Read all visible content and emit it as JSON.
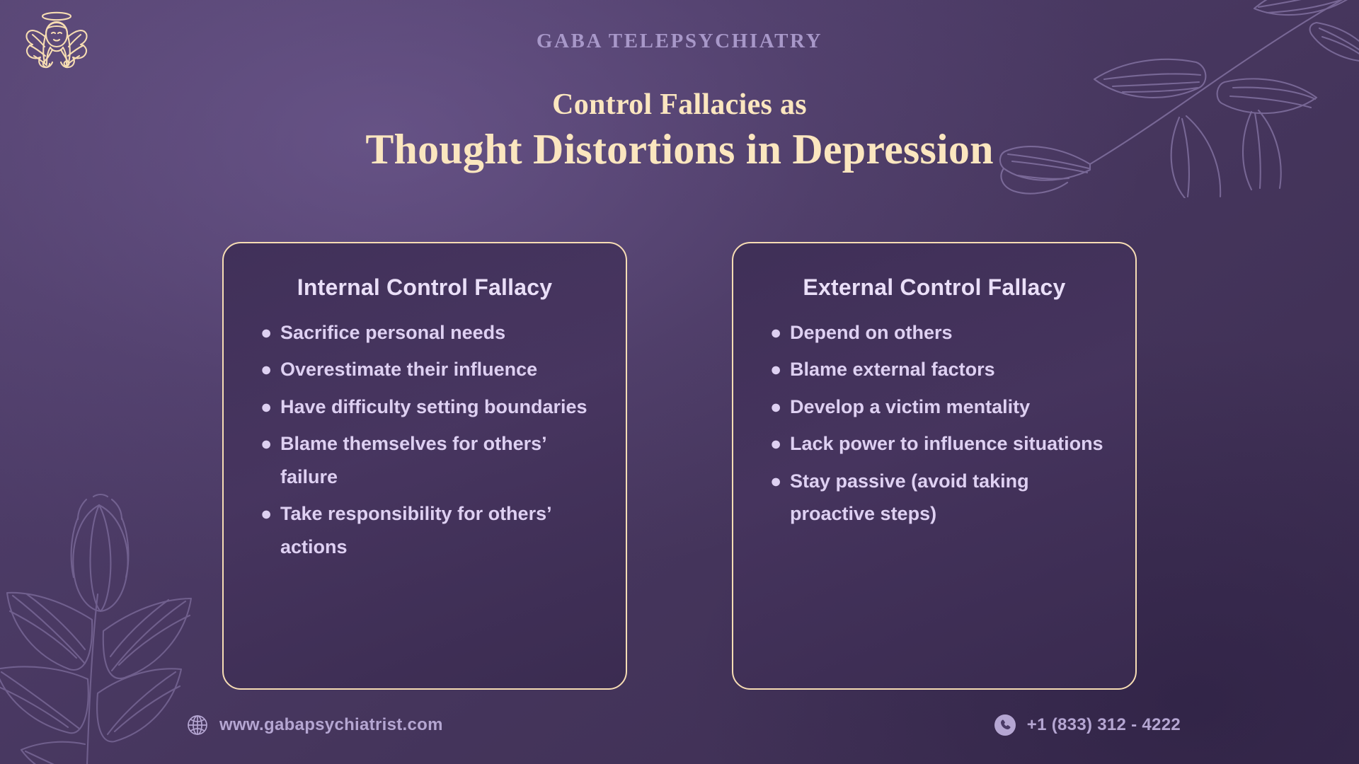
{
  "brand": {
    "name": "GABA TELEPSYCHIATRY",
    "logo_icon": "angel-nurse-logo"
  },
  "title": {
    "line1": "Control Fallacies as",
    "line2": "Thought Distortions in Depression"
  },
  "cards": [
    {
      "heading": "Internal Control Fallacy",
      "bullet_glyph": "●",
      "items": [
        "Sacrifice personal needs",
        "Overestimate their influence",
        "Have difficulty setting boundaries",
        "Blame themselves for others’ failure",
        "Take responsibility for others’ actions"
      ]
    },
    {
      "heading": "External Control Fallacy",
      "bullet_glyph": "●",
      "items": [
        "Depend on others",
        "Blame external factors",
        "Develop a victim mentality",
        "Lack power to influence situations",
        "Stay passive (avoid taking proactive steps)"
      ]
    }
  ],
  "footer": {
    "website": "www.gabapsychiatrist.com",
    "website_icon": "globe-icon",
    "phone": "+1 (833) 312 - 4222",
    "phone_icon": "phone-icon"
  },
  "colors": {
    "background_purple": "#4a3a66",
    "accent_cream": "#fbe6bf",
    "card_border": "#f7ddb4",
    "text_lavender": "#ded0f2",
    "brand_purple": "#a898c9",
    "footer_text": "#b5a6d2"
  },
  "decor": {
    "top_right": "botanical-branch-line-art",
    "bottom_left": "tulip-stem-line-art"
  }
}
